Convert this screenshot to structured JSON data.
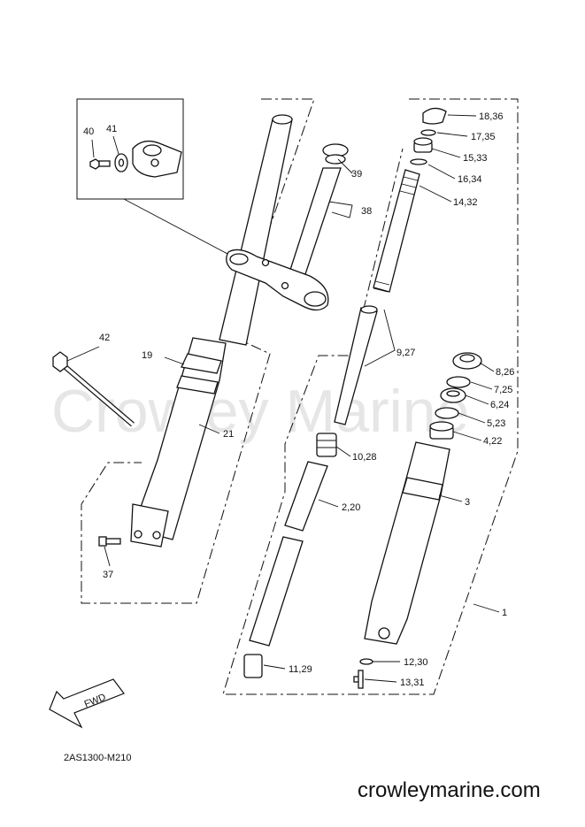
{
  "watermark": "Crowley Marine",
  "diagram_code": "2AS1300-M210",
  "website": "crowleymarine.com",
  "fwd_label": "FWD",
  "callouts": {
    "c40": "40",
    "c41": "41",
    "c39": "39",
    "c38": "38",
    "c42": "42",
    "c19": "19",
    "c21": "21",
    "c37": "37",
    "c18_36": "18,36",
    "c17_35": "17,35",
    "c15_33": "15,33",
    "c16_34": "16,34",
    "c14_32": "14,32",
    "c9_27": "9,27",
    "c10_28": "10,28",
    "c2_20": "2,20",
    "c11_29": "11,29",
    "c8_26": "8,26",
    "c7_25": "7,25",
    "c6_24": "6,24",
    "c5_23": "5,23",
    "c4_22": "4,22",
    "c3": "3",
    "c1": "1",
    "c12_30": "12,30",
    "c13_31": "13,31"
  }
}
